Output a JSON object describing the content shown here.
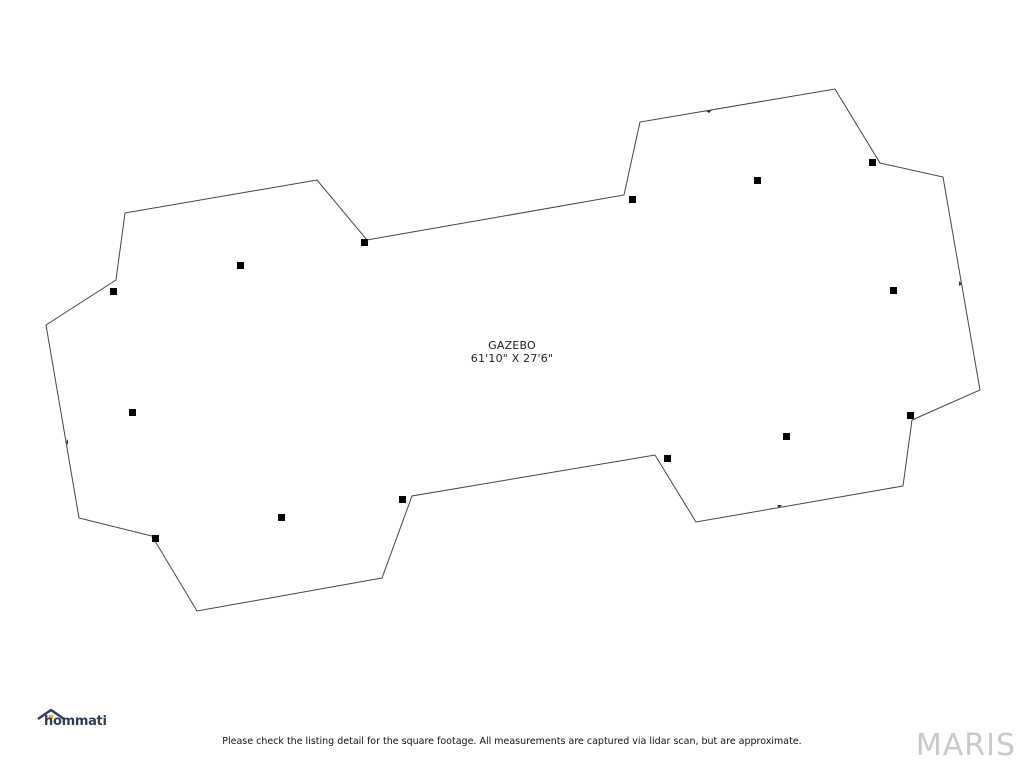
{
  "room": {
    "name": "GAZEBO",
    "dimensions": "61'10\" X 27'6\""
  },
  "branding": {
    "logo_text": "hommati",
    "watermark": "MARIS"
  },
  "footer": {
    "disclaimer": "Please check the listing detail for the square footage. All measurements are captured via lidar scan, but are approximate."
  },
  "colors": {
    "outline": "#444444",
    "marker": "#000000",
    "logo_primary": "#2e3d55",
    "logo_accent": "#f5a623",
    "watermark": "#c9c9c9"
  }
}
